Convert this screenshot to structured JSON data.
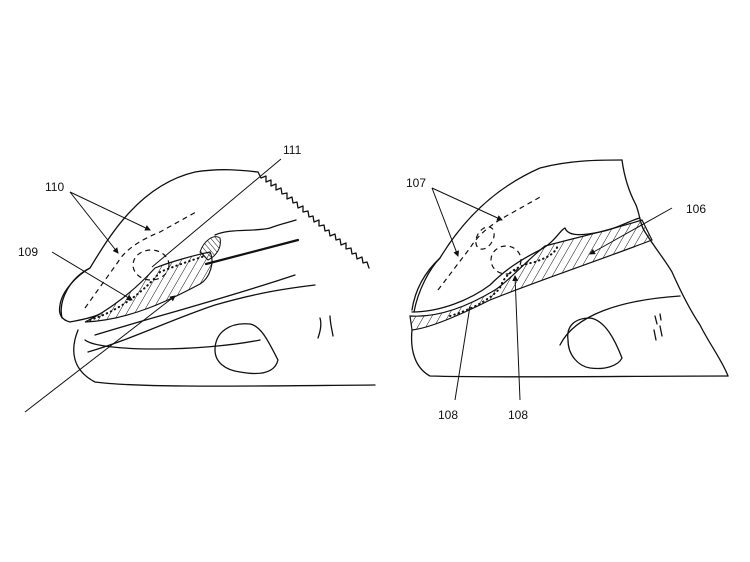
{
  "figure_left": {
    "labels": [
      {
        "id": "110",
        "text": "110"
      },
      {
        "id": "109",
        "text": "109"
      },
      {
        "id": "111",
        "text": "111"
      }
    ]
  },
  "figure_right": {
    "labels": [
      {
        "id": "107",
        "text": "107"
      },
      {
        "id": "106",
        "text": "106"
      },
      {
        "id": "108a",
        "text": "108"
      },
      {
        "id": "108b",
        "text": "108"
      }
    ]
  },
  "colors": {
    "line": "#111111",
    "background": "#ffffff"
  }
}
